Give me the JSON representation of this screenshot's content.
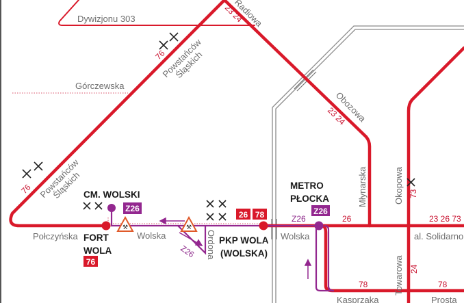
{
  "colors": {
    "tram": "#d9192a",
    "replacement_bus": "#93278f",
    "railway": "#8a8a8a",
    "street_label": "#6d6d6d",
    "stop_label": "#1a1a1a"
  },
  "streets": {
    "dywizjonu": "Dywizjonu 303",
    "radiowa": "Radiowa",
    "gorczewska": "Górczewska",
    "powstancow_top_1": "Powstańców",
    "powstancow_top_2": "Śląskich",
    "powstancow_bottom_1": "Powstańców",
    "powstancow_bottom_2": "Śląskich",
    "obozowa": "Obozowa",
    "mlynarska": "Młynarska",
    "okopowa": "Okopowa",
    "polczynska": "Połczyńska",
    "wolska_1": "Wolska",
    "wolska_2": "Wolska",
    "ordona": "Ordona",
    "solidarnosci": "al. Solidarno",
    "towarowa": "Towarowa",
    "kasprzaka": "Kasprzaka",
    "prosta": "Prosta"
  },
  "routes": {
    "radiowa_lines": "23 24",
    "obozowa_lines": "23 24",
    "powstancow_top_line": "76",
    "powstancow_bottom_line": "76",
    "okopowa_line": "73",
    "wolska_line": "26",
    "solidarnosci_lines": "23 26 73",
    "towarowa_line": "24",
    "kasprzaka_line": "78",
    "prosta_line": "78",
    "z26_wolska": "Z26",
    "z26_ordona": "Z26"
  },
  "stops": {
    "cm_wolski": {
      "name": "CM. WOLSKI",
      "badge": "Z26"
    },
    "fort_wola": {
      "name_1": "FORT",
      "name_2": "WOLA",
      "badge": "76"
    },
    "pkp_wola": {
      "name_1": "PKP WOLA",
      "name_2": "(WOLSKA)",
      "badges": [
        "26",
        "78"
      ]
    },
    "metro_plocka": {
      "name_1": "METRO",
      "name_2": "PŁOCKA",
      "badge": "Z26"
    }
  },
  "icons": [
    "suspended-stop-x-icon",
    "roadworks-warning-icon",
    "direction-arrow-icon"
  ]
}
